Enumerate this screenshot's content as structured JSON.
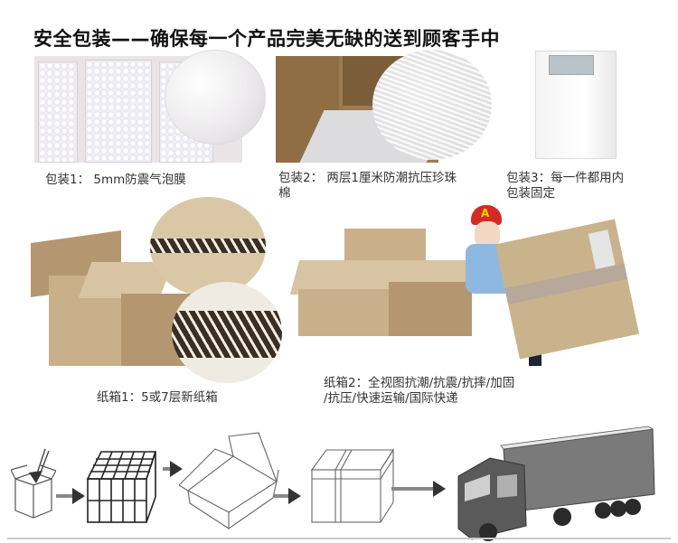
{
  "title": "安全包装——确保每一个产品完美无缺的送到顾客手中",
  "sections": [
    {
      "id": "package-1",
      "caption": "包装1： 5mm防震气泡膜",
      "image": "bubble-wrap-photo"
    },
    {
      "id": "package-2",
      "caption_line1": "包装2： 两层1厘米防潮抗压珍珠",
      "caption_line2": "棉",
      "image": "pearl-cotton-photo"
    },
    {
      "id": "package-3",
      "caption_line1": "包装3：每一件都用内",
      "caption_line2": "包装固定",
      "image": "white-inner-box-photo"
    },
    {
      "id": "carton-1",
      "caption": "纸箱1：5或7层新纸箱",
      "image": "corrugated-carton-photo"
    },
    {
      "id": "carton-2",
      "caption_line1": "纸箱2：全视图抗潮/抗震/抗摔/加固",
      "caption_line2": "/抗压/快速运输/国际快递",
      "image": "courier-with-boxes-photo"
    }
  ],
  "courier": {
    "cap_letter": "A"
  },
  "process_steps": [
    "product-into-box",
    "boxes-grid",
    "open-carton",
    "sealed-carton",
    "delivery-truck"
  ],
  "colors": {
    "kraft": "#c9b08a",
    "cap_red": "#d42a24",
    "shirt_blue": "#8fb8e0",
    "line_art": "#555555"
  }
}
